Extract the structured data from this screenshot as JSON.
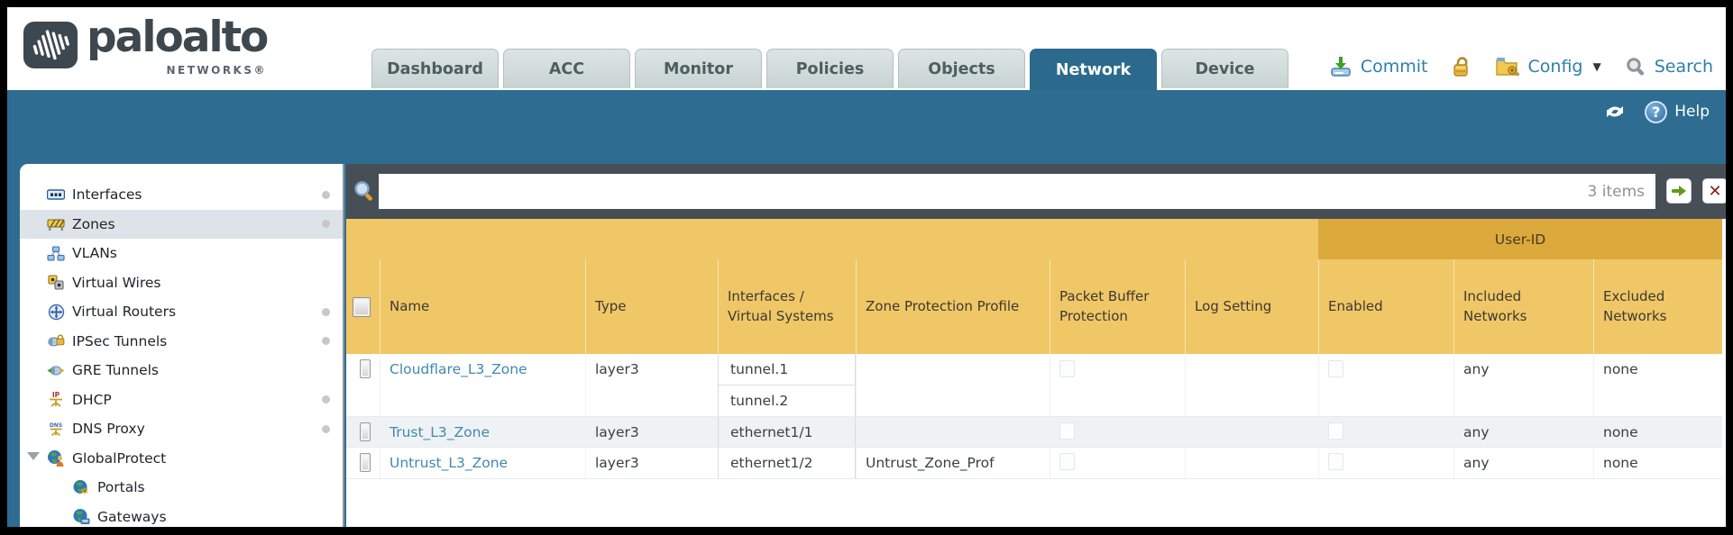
{
  "brand": {
    "name": "paloalto",
    "subtitle": "NETWORKS®"
  },
  "nav": {
    "tabs": [
      {
        "label": "Dashboard",
        "active": false
      },
      {
        "label": "ACC",
        "active": false
      },
      {
        "label": "Monitor",
        "active": false
      },
      {
        "label": "Policies",
        "active": false
      },
      {
        "label": "Objects",
        "active": false
      },
      {
        "label": "Network",
        "active": true
      },
      {
        "label": "Device",
        "active": false
      }
    ]
  },
  "top_actions": {
    "commit": "Commit",
    "config": "Config",
    "search": "Search",
    "caret_glyph": "▼"
  },
  "band": {
    "help": "Help",
    "help_icon_glyph": "?"
  },
  "filter": {
    "value": "",
    "count": "3 items",
    "clear_glyph": "✕"
  },
  "sidebar": {
    "items": [
      {
        "label": "Interfaces",
        "icon": "interfaces-icon",
        "selected": false,
        "dot": true
      },
      {
        "label": "Zones",
        "icon": "zones-icon",
        "selected": true,
        "dot": true
      },
      {
        "label": "VLANs",
        "icon": "vlans-icon",
        "selected": false,
        "dot": false
      },
      {
        "label": "Virtual Wires",
        "icon": "virtual-wires-icon",
        "selected": false,
        "dot": false
      },
      {
        "label": "Virtual Routers",
        "icon": "virtual-routers-icon",
        "selected": false,
        "dot": true
      },
      {
        "label": "IPSec Tunnels",
        "icon": "ipsec-tunnels-icon",
        "selected": false,
        "dot": true
      },
      {
        "label": "GRE Tunnels",
        "icon": "gre-tunnels-icon",
        "selected": false,
        "dot": false
      },
      {
        "label": "DHCP",
        "icon": "dhcp-icon",
        "selected": false,
        "dot": true,
        "icon_glyph": "IP"
      },
      {
        "label": "DNS Proxy",
        "icon": "dns-proxy-icon",
        "selected": false,
        "dot": true,
        "icon_glyph": "DNS"
      },
      {
        "label": "GlobalProtect",
        "icon": "globalprotect-icon",
        "selected": false,
        "dot": false,
        "expanded": true
      },
      {
        "label": "Portals",
        "icon": "portals-icon",
        "selected": false,
        "dot": false,
        "indent": 1
      },
      {
        "label": "Gateways",
        "icon": "gateways-icon",
        "selected": false,
        "dot": false,
        "indent": 1
      }
    ]
  },
  "table": {
    "group_header": "User-ID",
    "columns": {
      "name": "Name",
      "type": "Type",
      "interfaces": "Interfaces / Virtual Systems",
      "zone_protection_profile": "Zone Protection Profile",
      "packet_buffer_protection": "Packet Buffer Protection",
      "log_setting": "Log Setting",
      "enabled": "Enabled",
      "included_networks": "Included Networks",
      "excluded_networks": "Excluded Networks"
    },
    "rows": [
      {
        "name": "Cloudflare_L3_Zone",
        "type": "layer3",
        "interfaces": [
          "tunnel.1",
          "tunnel.2"
        ],
        "zone_protection_profile": "",
        "log_setting": "",
        "included_networks": "any",
        "excluded_networks": "none"
      },
      {
        "name": "Trust_L3_Zone",
        "type": "layer3",
        "interfaces": [
          "ethernet1/1"
        ],
        "zone_protection_profile": "",
        "log_setting": "",
        "included_networks": "any",
        "excluded_networks": "none"
      },
      {
        "name": "Untrust_L3_Zone",
        "type": "layer3",
        "interfaces": [
          "ethernet1/2"
        ],
        "zone_protection_profile": "Untrust_Zone_Prof",
        "log_setting": "",
        "included_networks": "any",
        "excluded_networks": "none"
      }
    ]
  },
  "colors": {
    "accent_teal": "#2e6d91",
    "header_amber": "#f0c766",
    "group_amber": "#dca93c",
    "link_blue": "#4189ae",
    "filterbar_gray": "#464e56"
  }
}
